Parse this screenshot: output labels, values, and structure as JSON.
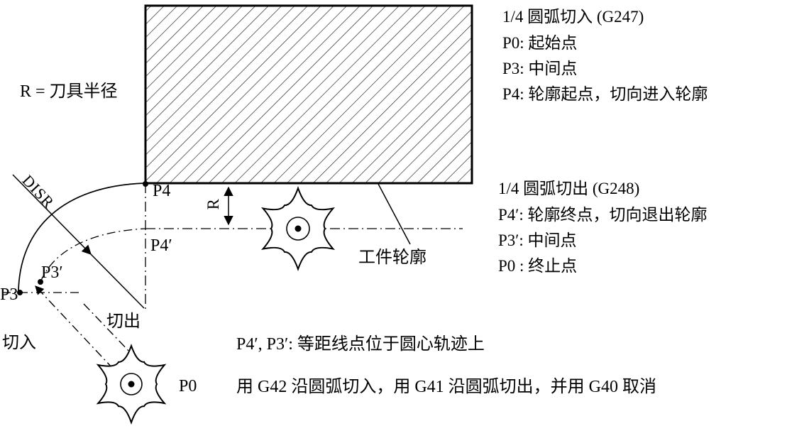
{
  "colors": {
    "ink": "#000000",
    "paper": "#ffffff"
  },
  "labels": {
    "radius_note": "R = 刀具半径",
    "disr": "DISR",
    "p4": "P4",
    "p4_prime": "P4′",
    "p3_prime": "P3′",
    "p3": "P3",
    "p0": "P0",
    "r_dim": "R",
    "cut_in": "切入",
    "cut_out": "切出",
    "workpiece_contour": "工件轮廓"
  },
  "legend_entry": {
    "title": "1/4 圆弧切入 (G247)",
    "lines": [
      "P0: 起始点",
      "P3: 中间点",
      "P4: 轮廓起点，切向进入轮廓"
    ]
  },
  "legend_exit": {
    "title": "1/4 圆弧切出 (G248)",
    "lines": [
      "P4′: 轮廓终点，切向退出轮廓",
      "P3′: 中间点",
      "P0 : 终止点"
    ]
  },
  "notes": {
    "line1": "P4′, P3′: 等距线点位于圆心轨迹上",
    "line2": "用 G42 沿圆弧切入，用 G41 沿圆弧切出，并用 G40 取消"
  }
}
